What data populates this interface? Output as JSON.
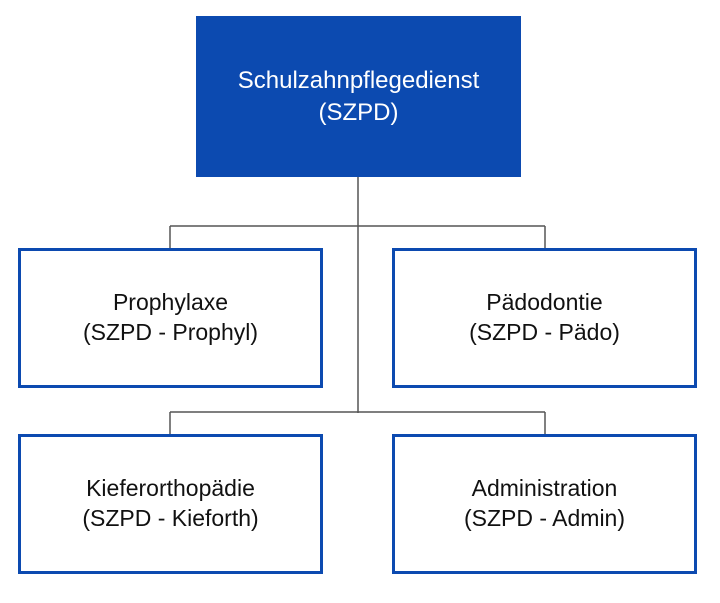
{
  "colors": {
    "primary": "#0c4ab0",
    "connector": "#555555",
    "text": "#111111"
  },
  "root": {
    "title": "Schulzahnpflegedienst",
    "code": "(SZPD)"
  },
  "units": [
    {
      "title": "Prophylaxe",
      "code": "(SZPD - Prophyl)"
    },
    {
      "title": "Pädodontie",
      "code": "(SZPD - Pädo)"
    },
    {
      "title": "Kieferorthopädie",
      "code": "(SZPD - Kieforth)"
    },
    {
      "title": "Administration",
      "code": "(SZPD - Admin)"
    }
  ]
}
